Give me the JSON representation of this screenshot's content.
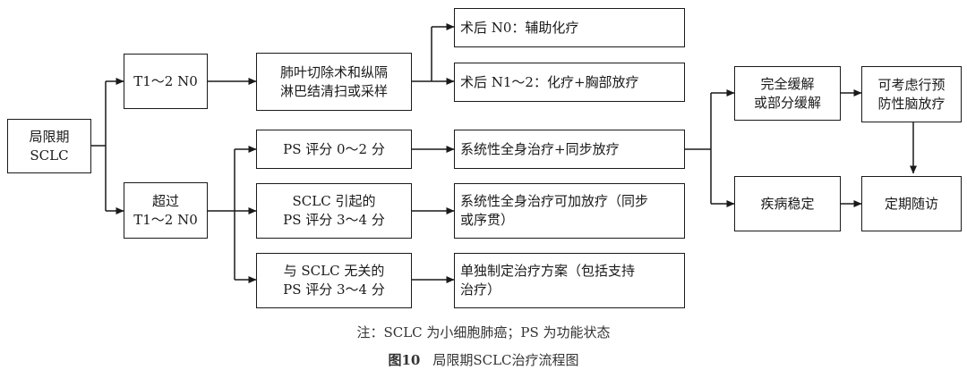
{
  "nodes": {
    "limited_sclc": "局限期\nSCLC",
    "t12n0": "T1～2 N0",
    "beyond_t12n0": "超过\nT1～2 N0",
    "lobectomy": "肺叶切除术和纵隔\n淋巴结清扫或采样",
    "post_n0": "术后 N0：辅助化疗",
    "post_n12": "术后 N1～2：化疗+胸部放疗",
    "ps_0_2": "PS 评分 0～2 分",
    "ps_sclc_3_4": "SCLC 引起的\nPS 评分 3～4 分",
    "ps_unrelated_3_4": "与 SCLC 无关的\nPS 评分 3～4 分",
    "systemic_concurrent": "系统性全身治疗+同步放疗",
    "systemic_optional": "系统性全身治疗可加放疗（同步\n或序贯）",
    "individualized": "单独制定治疗方案（包括支持\n治疗）",
    "cr_pr": "完全缓解\n或部分缓解",
    "stable": "疾病稳定",
    "pci": "可考虑行预\n防性脑放疗",
    "followup": "定期随访"
  },
  "note": "注：SCLC 为小细胞肺癌；PS 为功能状态",
  "caption": {
    "figure_number": "图10",
    "title": "局限期SCLC治疗流程图"
  }
}
